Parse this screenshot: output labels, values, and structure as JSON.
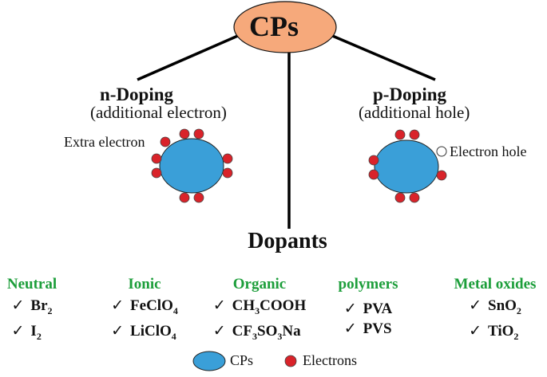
{
  "root": {
    "label": "CPs"
  },
  "n_doping": {
    "title": "n-Doping",
    "subtitle": "(additional electron)",
    "callout": "Extra electron"
  },
  "p_doping": {
    "title": "p-Doping",
    "subtitle": "(additional hole)",
    "callout": "Electron hole"
  },
  "dopants": {
    "title": "Dopants"
  },
  "categories": [
    {
      "title": "Neutral",
      "items": [
        {
          "base": "Br",
          "sub": "2",
          "tail": ""
        },
        {
          "base": "I",
          "sub": "2",
          "tail": ""
        }
      ]
    },
    {
      "title": "Ionic",
      "items": [
        {
          "base": "FeClO",
          "sub": "4",
          "tail": ""
        },
        {
          "base": "LiClO",
          "sub": "4",
          "tail": ""
        }
      ]
    },
    {
      "title": "Organic",
      "items": [
        {
          "base": "CH",
          "sub": "3",
          "tail": "COOH"
        },
        {
          "base": "CF",
          "sub": "3",
          "tail": "SO"
        }
      ]
    },
    {
      "title": "polymers",
      "items": [
        {
          "base": "PVA",
          "sub": "",
          "tail": ""
        },
        {
          "base": "PVS",
          "sub": "",
          "tail": ""
        }
      ]
    },
    {
      "title": "Metal oxides",
      "items": [
        {
          "base": "SnO",
          "sub": "2",
          "tail": ""
        },
        {
          "base": "TiO",
          "sub": "2",
          "tail": ""
        }
      ]
    }
  ],
  "organic_extra": {
    "sub2": "3",
    "tail2": "Na"
  },
  "check_mark": "✓",
  "legend": {
    "cps": "CPs",
    "electrons": "Electrons"
  },
  "colors": {
    "root_fill": "#f6a97b",
    "cp_fill": "#3a9fd8",
    "electron_fill": "#d9232a",
    "category_title": "#1c9e3a"
  }
}
